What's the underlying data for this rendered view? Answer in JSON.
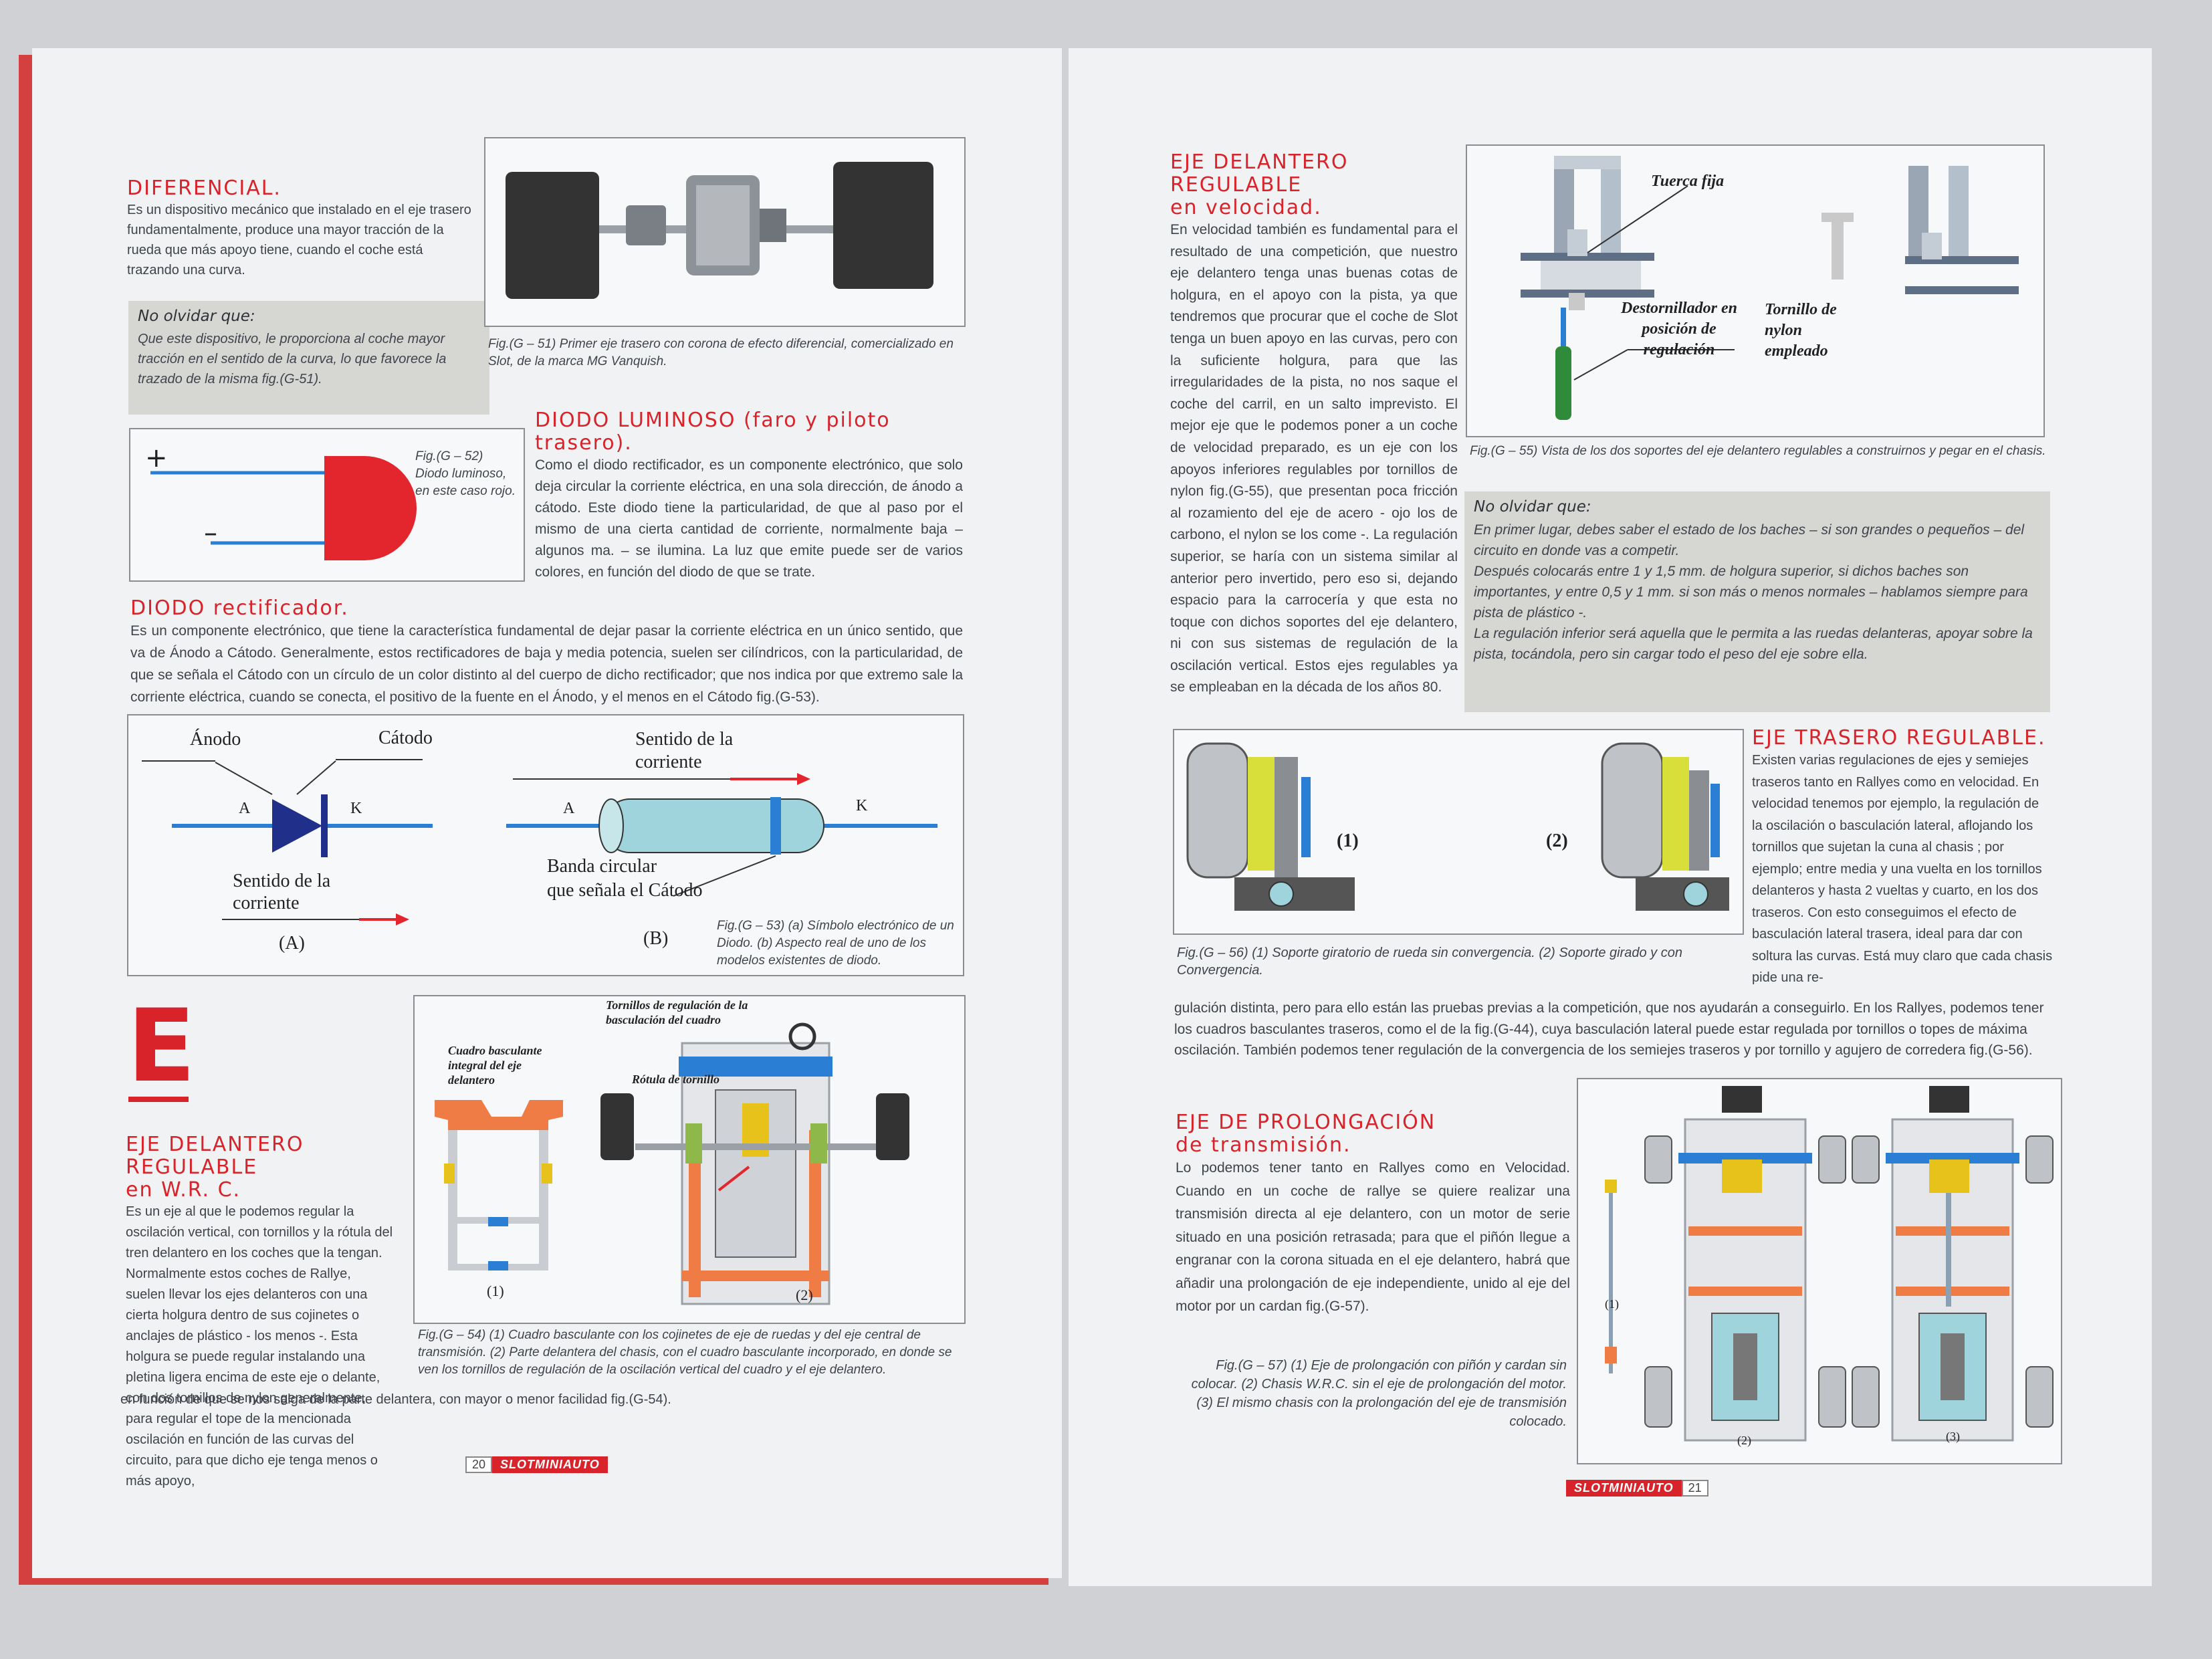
{
  "left": {
    "diferencial": {
      "title": "DIFERENCIAL.",
      "body": "Es un dispositivo mecánico que instalado en el eje trasero fundamentalmente, produce una mayor tracción de la rueda que más apoyo tiene, cuando el coche está trazando una curva.",
      "note_title": "No olvidar que:",
      "note_body": "Que este dispositivo, le proporciona al coche mayor tracción en el sentido de la curva, lo que favorece la trazado de la misma fig.(G-51).",
      "caption": "Fig.(G – 51) Primer eje trasero con corona de efecto diferencial, comercializado en Slot, de la marca MG Vanquish."
    },
    "diodo_luminoso": {
      "title": "DIODO LUMINOSO (faro y piloto trasero).",
      "body": "Como el diodo rectificador, es un componente electrónico, que solo deja circular la corriente eléctrica, en una sola dirección, de ánodo a cátodo. Este diodo tiene la particularidad, de que al paso por el mismo de una cierta cantidad de corriente, normalmente baja – algunos ma. – se ilumina. La luz que emite puede ser de varios colores, en función del diodo de que se trate.",
      "fig_caption": "Fig.(G – 52) Diodo luminoso, en este caso rojo.",
      "plus": "+",
      "minus": "–"
    },
    "diodo_rectificador": {
      "title": "DIODO rectificador.",
      "body": "Es un componente electrónico, que tiene la característica fundamental de dejar pasar la corriente eléctrica en un único sentido, que va de Ánodo a Cátodo. Generalmente, estos rectificadores de baja y media potencia, suelen ser cilíndricos, con la particularidad, de que se señala el Cátodo con un círculo de un color distinto al del cuerpo de dicho rectificador; que nos indica por que extremo sale la corriente eléctrica, cuando se conecta, el positivo de la fuente en el Ánodo, y el menos en el Cátodo fig.(G-53).",
      "anodo": "Ánodo",
      "catodo": "Cátodo",
      "a": "A",
      "k": "K",
      "sentido1": "Sentido de la",
      "sentido2": "corriente",
      "fig_a": "(A)",
      "fig_b": "(B)",
      "banda1": "Banda circular",
      "banda2": "que señala el Cátodo",
      "caption": "Fig.(G – 53) (a) Símbolo electrónico de un Diodo. (b) Aspecto real de uno de los modelos existentes de diodo."
    },
    "letter": "E",
    "eje_delantero_wrc": {
      "title1": "EJE DELANTERO REGULABLE",
      "title2": "en W.R. C.",
      "body_col": "Es un eje al que le podemos regular la oscilación vertical, con tornillos y la rótula del tren delantero en los coches que la tengan. Normalmente estos coches de Rallye, suelen llevar los ejes delanteros con una cierta holgura dentro de sus cojinetes o anclajes de plástico - los menos -. Esta holgura se puede regular instalando una pletina ligera encima de este eje o delante, con dos tornillos de nylon generalmente, para regular el tope de la mencionada oscilación en función de las curvas del circuito, para que dicho eje tenga menos o más apoyo,",
      "body_full": "en función de que se nos salga de la parte delantera, con mayor o menor facilidad fig.(G-54).",
      "lbl_cuadro": "Cuadro basculante integral del eje delantero",
      "lbl_tornillos": "Tornillos de regulación de la basculación del cuadro",
      "lbl_rotula": "Rótula de tornillo",
      "n1": "(1)",
      "n2": "(2)",
      "caption": "Fig.(G – 54) (1) Cuadro basculante con los cojinetes de eje de ruedas y del eje central de transmisión. (2) Parte delantera del chasis, con el cuadro basculante incorporado, en donde se ven los tornillos de regulación de la oscilación vertical del cuadro y el eje delantero."
    },
    "page_num": "20",
    "brand": "SLOTMINIAUTO"
  },
  "right": {
    "eje_velocidad": {
      "title1": "EJE DELANTERO REGULABLE",
      "title2": "en velocidad.",
      "body": "En velocidad también es fundamental para el resultado de una competición, que nuestro eje delantero tenga unas buenas cotas de holgura, en el apoyo con la pista, ya que tendremos que procurar que el coche de Slot tenga un buen apoyo en las curvas, pero con la suficiente holgura, para que las irregularidades de la pista, no nos saque el coche del carril, en un salto imprevisto. El mejor eje que le podemos poner a un coche de velocidad preparado, es un eje con los apoyos inferiores regulables por tornillos de nylon fig.(G-55), que presentan poca fricción al rozamiento del eje de acero - ojo los de carbono, el nylon se los come -. La regulación superior, se haría con un sistema similar al anterior pero invertido, pero eso si, dejando espacio para la carrocería y que esta no toque con dichos soportes del eje delantero, ni con sus sistemas de regulación de la oscilación vertical. Estos ejes regulables ya se empleaban en la década de los años 80.",
      "lbl_tuerca": "Tuerca fija",
      "lbl_destornillador": "Destornillador en posición de regulación",
      "lbl_tornillo": "Tornillo de nylon empleado",
      "caption": "Fig.(G – 55) Vista de los dos soportes del eje delantero regulables a construirnos y pegar en el chasis.",
      "note_title": "No olvidar que:",
      "note_lines": [
        "En primer lugar, debes saber el estado de los baches – si son grandes o pequeños – del circuito en donde vas a competir.",
        "Después colocarás entre 1 y 1,5 mm. de holgura superior, si dichos baches son importantes, y entre 0,5 y 1 mm. si son más o menos normales – hablamos siempre para pista de plástico -.",
        "La regulación inferior será aquella que le permita a las ruedas delanteras, apoyar sobre la pista, tocándola, pero sin cargar todo el peso del eje sobre ella."
      ]
    },
    "eje_trasero": {
      "title": "EJE TRASERO REGULABLE.",
      "body_col": "Existen varias regulaciones de ejes y semiejes traseros tanto en Rallyes como en velocidad. En velocidad tenemos por ejemplo, la regulación de la oscilación o basculación lateral, aflojando los tornillos que sujetan la cuna al chasis ; por ejemplo; entre media y una vuelta en los tornillos delanteros y hasta 2 vueltas y cuarto, en los dos traseros. Con esto conseguimos el efecto de basculación lateral trasera, ideal para dar con soltura las curvas. Está muy claro que cada chasis pide una re-",
      "body_full": "gulación distinta, pero para ello están las pruebas previas a la competición, que nos ayudarán a conseguirlo. En los Rallyes, podemos tener los cuadros basculantes traseros, como el de la fig.(G-44), cuya basculación lateral puede estar regulada por tornillos o topes de máxima oscilación. También podemos tener regulación de la convergencia de los semiejes traseros y por tornillo y agujero de corredera fig.(G-56).",
      "n1": "(1)",
      "n2": "(2)",
      "caption": "Fig.(G – 56) (1) Soporte giratorio de rueda sin convergencia. (2) Soporte girado y con Convergencia."
    },
    "eje_prolongacion": {
      "title1": "EJE DE PROLONGACIÓN",
      "title2": "de transmisión.",
      "body": "Lo podemos tener tanto en Rallyes como en Velocidad. Cuando en un coche de rallye se quiere realizar una transmisión directa al eje delantero, con un motor de serie situado en una posición retrasada; para que el piñón llegue a engranar con la corona situada en el eje delantero, habrá que añadir una prolongación de eje independiente, unido al eje del motor por un cardan fig.(G-57).",
      "caption": "Fig.(G – 57) (1) Eje de prolongación con piñón y cardan sin colocar. (2) Chasis W.R.C. sin el eje de prolongación del motor. (3) El mismo chasis con la prolongación del eje de transmisión colocado.",
      "n1": "(1)",
      "n2": "(2)",
      "n3": "(3)"
    },
    "page_num": "21",
    "brand": "SLOTMINIAUTO"
  }
}
